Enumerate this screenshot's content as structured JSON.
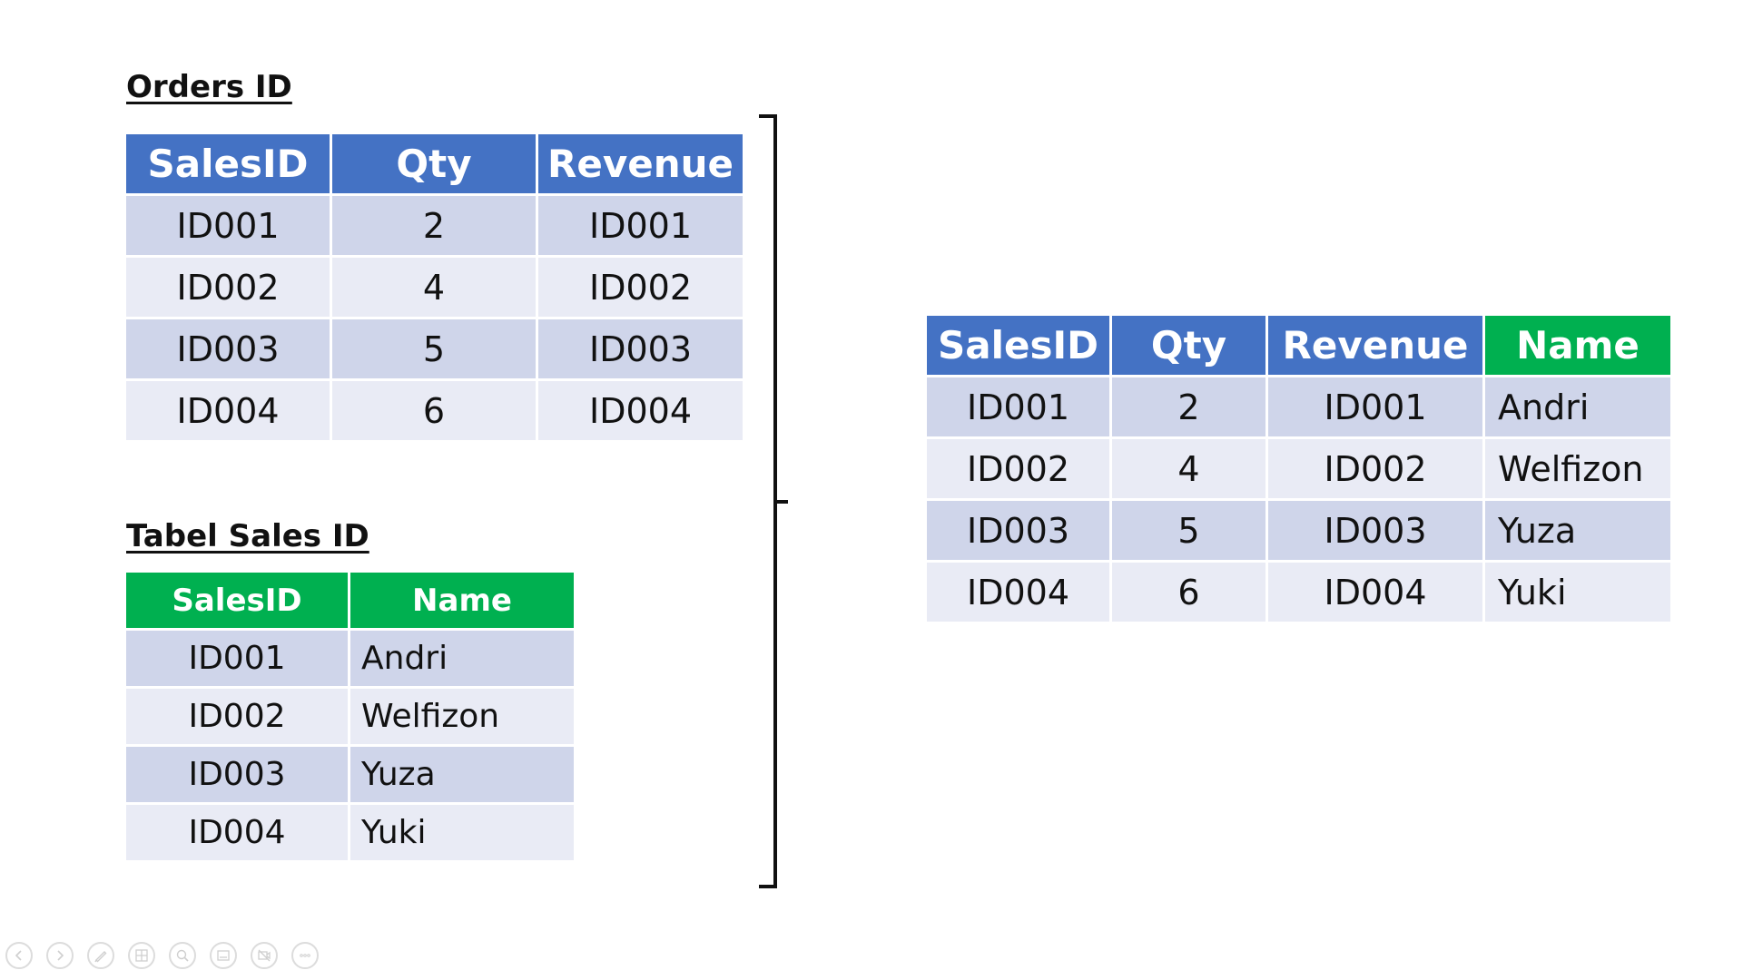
{
  "orders": {
    "title": "Orders ID",
    "headers": [
      "SalesID",
      "Qty",
      "Revenue"
    ],
    "rows": [
      [
        "ID001",
        "2",
        "ID001"
      ],
      [
        "ID002",
        "4",
        "ID002"
      ],
      [
        "ID003",
        "5",
        "ID003"
      ],
      [
        "ID004",
        "6",
        "ID004"
      ]
    ]
  },
  "sales": {
    "title": "Tabel Sales ID",
    "headers": [
      "SalesID",
      "Name"
    ],
    "rows": [
      [
        "ID001",
        "Andri"
      ],
      [
        "ID002",
        "Welfizon"
      ],
      [
        "ID003",
        "Yuza"
      ],
      [
        "ID004",
        "Yuki"
      ]
    ]
  },
  "result": {
    "headers": [
      "SalesID",
      "Qty",
      "Revenue",
      "Name"
    ],
    "rows": [
      [
        "ID001",
        "2",
        "ID001",
        "Andri"
      ],
      [
        "ID002",
        "4",
        "ID002",
        "Welfizon"
      ],
      [
        "ID003",
        "5",
        "ID003",
        "Yuza"
      ],
      [
        "ID004",
        "6",
        "ID004",
        "Yuki"
      ]
    ]
  },
  "colors": {
    "header_blue": "#4472c4",
    "header_green": "#00b050",
    "row_dark": "#cfd5ea",
    "row_light": "#e9ebf5"
  },
  "slide_controls": [
    {
      "icon": "previous-slide-icon"
    },
    {
      "icon": "next-slide-icon"
    },
    {
      "icon": "pen-icon"
    },
    {
      "icon": "see-all-slides-icon"
    },
    {
      "icon": "zoom-icon"
    },
    {
      "icon": "subtitles-icon"
    },
    {
      "icon": "camera-off-icon"
    },
    {
      "icon": "more-options-icon"
    }
  ]
}
